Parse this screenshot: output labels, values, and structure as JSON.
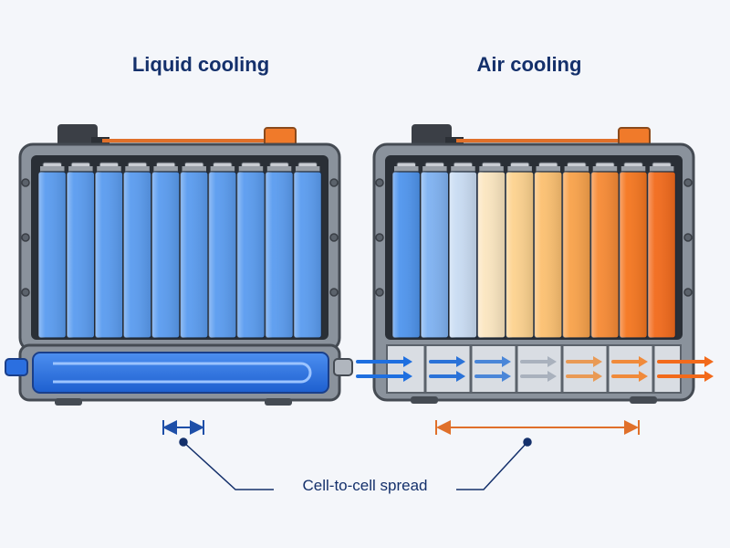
{
  "panels": {
    "left": {
      "title": "Liquid cooling"
    },
    "right": {
      "title": "Air cooling"
    }
  },
  "callout": {
    "label": "Cell-to-cell spread"
  },
  "colors": {
    "title": "#14306b",
    "frame": "#6c7480",
    "coolant": "#1e6fe0",
    "busbar": "#e0702a",
    "hot": "#f26a1b",
    "cool": "#3f8ff0"
  },
  "cells": {
    "left": [
      "#5a9cf0",
      "#5a9cf0",
      "#5a9cf0",
      "#5a9cf0",
      "#5a9cf0",
      "#5a9cf0",
      "#5a9cf0",
      "#5a9cf0",
      "#5a9cf0",
      "#5a9cf0"
    ],
    "right": [
      "#4f95ee",
      "#7fb2f2",
      "#c9dcf3",
      "#fbe6c0",
      "#fdd28e",
      "#fcc070",
      "#f9a24a",
      "#f78a34",
      "#f5761f",
      "#f26a1b"
    ]
  },
  "icons": [
    "coolant-pipe-icon",
    "airflow-arrow-icon",
    "connector-icon"
  ]
}
